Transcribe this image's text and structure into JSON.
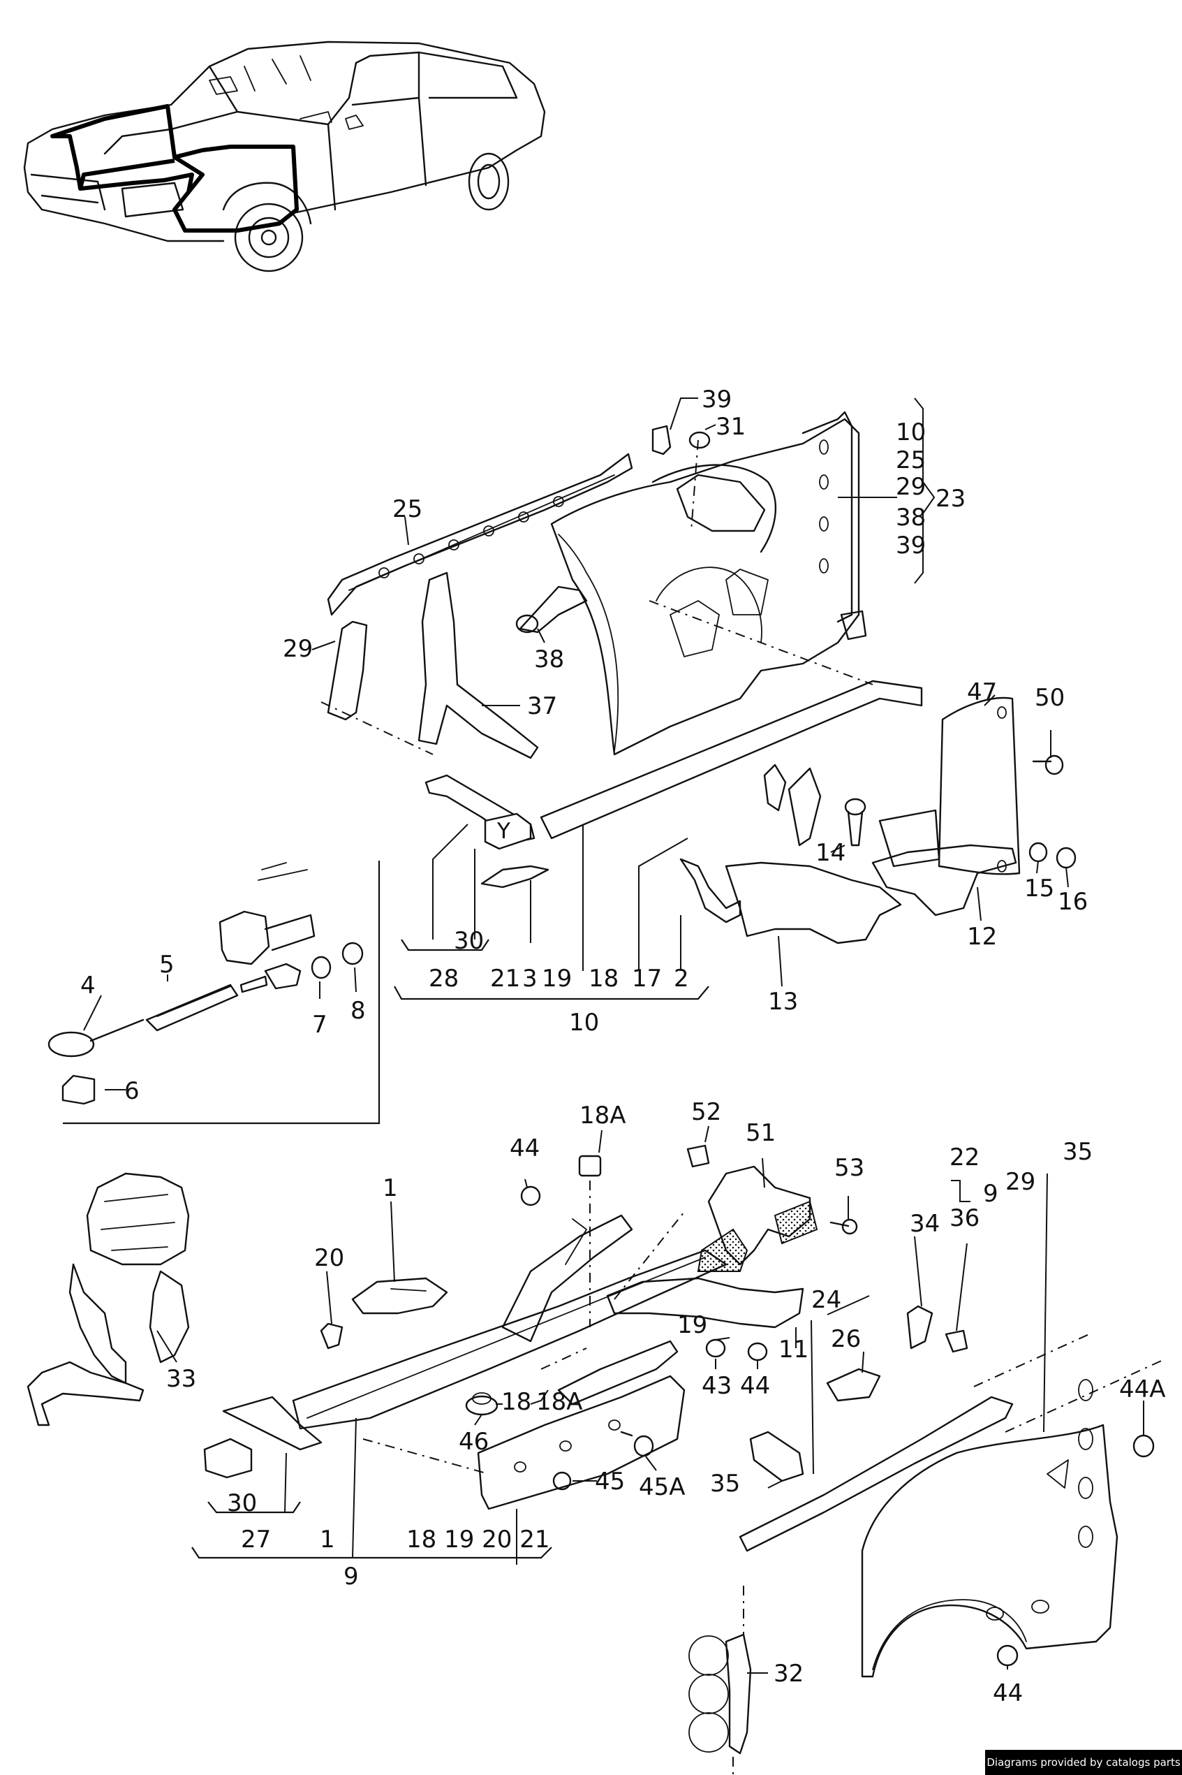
{
  "credit": "Diagrams provided by catalogs parts",
  "callouts": [
    {
      "id": "c1",
      "text": "39"
    },
    {
      "id": "c2",
      "text": "31"
    },
    {
      "id": "c3",
      "text": "10"
    },
    {
      "id": "c4",
      "text": "25"
    },
    {
      "id": "c5",
      "text": "29"
    },
    {
      "id": "c6",
      "text": "23"
    },
    {
      "id": "c7",
      "text": "38"
    },
    {
      "id": "c8",
      "text": "39"
    },
    {
      "id": "c9",
      "text": "25"
    },
    {
      "id": "c10",
      "text": "29"
    },
    {
      "id": "c11",
      "text": "38"
    },
    {
      "id": "c12",
      "text": "37"
    },
    {
      "id": "c13",
      "text": "47"
    },
    {
      "id": "c14",
      "text": "50"
    },
    {
      "id": "c15",
      "text": "14"
    },
    {
      "id": "c16",
      "text": "15"
    },
    {
      "id": "c17",
      "text": "16"
    },
    {
      "id": "c18",
      "text": "12"
    },
    {
      "id": "c19",
      "text": "13"
    },
    {
      "id": "c20",
      "text": "30"
    },
    {
      "id": "c21",
      "text": "28"
    },
    {
      "id": "c22",
      "text": "21"
    },
    {
      "id": "c23",
      "text": "3"
    },
    {
      "id": "c24",
      "text": "19"
    },
    {
      "id": "c25",
      "text": "18"
    },
    {
      "id": "c26",
      "text": "17"
    },
    {
      "id": "c27",
      "text": "2"
    },
    {
      "id": "c28",
      "text": "10"
    },
    {
      "id": "c29",
      "text": "5"
    },
    {
      "id": "c30",
      "text": "4"
    },
    {
      "id": "c31",
      "text": "7"
    },
    {
      "id": "c32",
      "text": "8"
    },
    {
      "id": "c33",
      "text": "6"
    },
    {
      "id": "c34",
      "text": "18A"
    },
    {
      "id": "c35",
      "text": "52"
    },
    {
      "id": "c36",
      "text": "51"
    },
    {
      "id": "c37",
      "text": "44"
    },
    {
      "id": "c38",
      "text": "53"
    },
    {
      "id": "c39",
      "text": "22"
    },
    {
      "id": "c40",
      "text": "35"
    },
    {
      "id": "c41",
      "text": "9"
    },
    {
      "id": "c42",
      "text": "29"
    },
    {
      "id": "c43",
      "text": "34"
    },
    {
      "id": "c44",
      "text": "36"
    },
    {
      "id": "c45",
      "text": "1"
    },
    {
      "id": "c46",
      "text": "20"
    },
    {
      "id": "c47",
      "text": "33"
    },
    {
      "id": "c48",
      "text": "24"
    },
    {
      "id": "c49",
      "text": "11"
    },
    {
      "id": "c50",
      "text": "19"
    },
    {
      "id": "c51",
      "text": "43"
    },
    {
      "id": "c52",
      "text": "44"
    },
    {
      "id": "c53",
      "text": "26"
    },
    {
      "id": "c54",
      "text": "18"
    },
    {
      "id": "c55",
      "text": "18A"
    },
    {
      "id": "c56",
      "text": "46"
    },
    {
      "id": "c57",
      "text": "44A"
    },
    {
      "id": "c58",
      "text": "45"
    },
    {
      "id": "c59",
      "text": "45A"
    },
    {
      "id": "c60",
      "text": "35"
    },
    {
      "id": "c61",
      "text": "30"
    },
    {
      "id": "c62",
      "text": "27"
    },
    {
      "id": "c63",
      "text": "1"
    },
    {
      "id": "c64",
      "text": "18 19 20 21"
    },
    {
      "id": "c65",
      "text": "9"
    },
    {
      "id": "c66",
      "text": "44"
    },
    {
      "id": "c67",
      "text": "32"
    }
  ]
}
